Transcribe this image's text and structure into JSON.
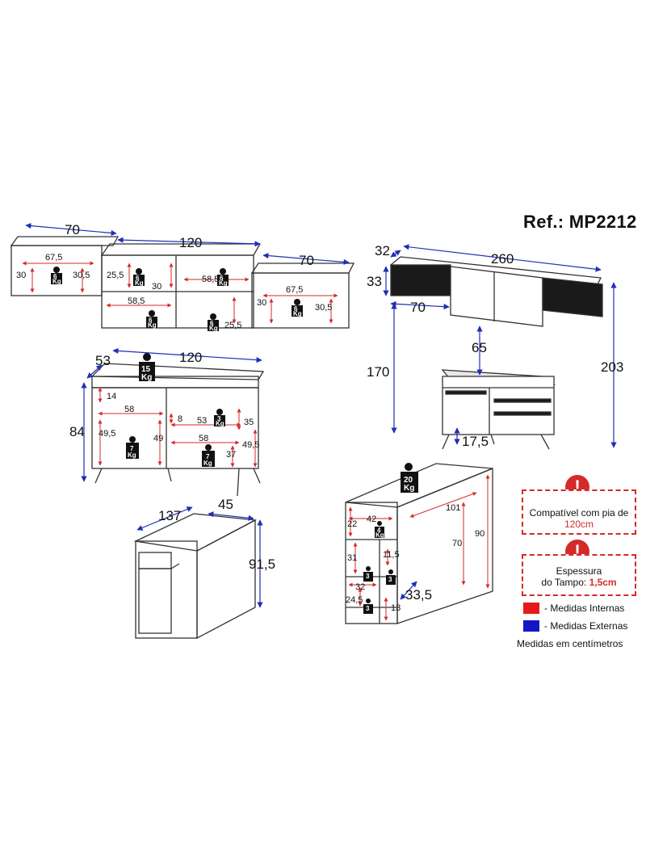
{
  "reference": "Ref.: MP2212",
  "colors": {
    "internal": "#d42a2a",
    "external": "#1f2fb8",
    "line": "#333333",
    "weight": "#111111"
  },
  "notes": {
    "sink": {
      "line1": "Compatível com pia de",
      "line2": "120cm",
      "icon": "warning-icon"
    },
    "top": {
      "line1": "Espessura",
      "line2_prefix": "do Tampo: ",
      "line2_value": "1,5cm",
      "icon": "warning-icon"
    }
  },
  "legend": {
    "internal": "- Medidas Internas",
    "external": "- Medidas Externas",
    "units": "Medidas em centímetros"
  },
  "wall_units": {
    "widths": [
      "70",
      "120",
      "70"
    ],
    "left": {
      "inner_width": "67,5",
      "inner_height_left": "30",
      "inner_height_right": "30,5",
      "weight": "6"
    },
    "center": {
      "top_left_h": "25,5",
      "top_right_w": "58,5",
      "top_left_inner_h": "30",
      "bottom_left_w": "58,5",
      "bottom_right_h": "25,5",
      "weights": [
        "6",
        "6",
        "6",
        "6"
      ]
    },
    "right": {
      "inner_width": "67,5",
      "inner_height_left": "30",
      "inner_height_right": "30,5",
      "weight": "6"
    }
  },
  "kitchen_set": {
    "depth": "32",
    "width": "260",
    "height": "33",
    "module": "70",
    "gap": "65",
    "floor_gap": "170",
    "total_height": "203",
    "feet": "17,5"
  },
  "base_cabinet": {
    "depth": "53",
    "width": "120",
    "height": "84",
    "drawer_h": "14",
    "left_inner_w": "58",
    "right_inner_w": "53",
    "mid_h": "8",
    "right_top_h": "35",
    "left_h": "49,5",
    "center_h": "49",
    "right_bottom_w": "58",
    "right_h": "49,5",
    "right_low_h": "37",
    "weights": {
      "top": "15",
      "left": "7",
      "right_top": "3",
      "right": "7"
    },
    "kg": "Kg"
  },
  "bar_table": {
    "length": "137",
    "depth": "45",
    "height": "91,5",
    "side": "33,5",
    "inner": {
      "top_w": "42",
      "top_h": "22",
      "mid_h": "31",
      "small_h": "11,5",
      "bottom_w": "32",
      "bottom_h": "24,5",
      "low_h": "13",
      "long_w": "101",
      "leg_h": "70",
      "full_h": "90"
    },
    "weights": {
      "top": "20",
      "shelf": "4",
      "small1": "3",
      "small2": "3",
      "small3": "3"
    },
    "kg": "Kg"
  }
}
